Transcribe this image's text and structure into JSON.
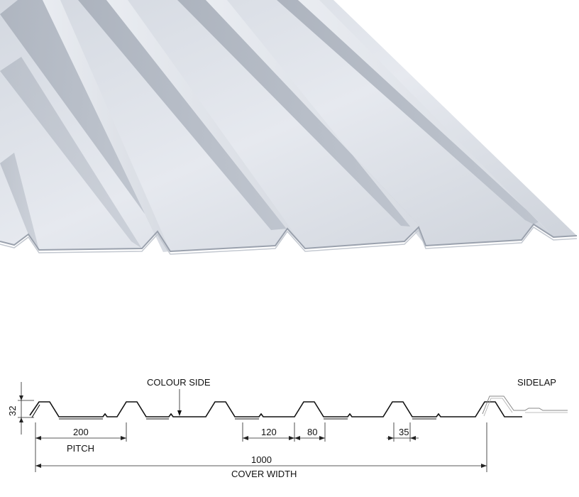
{
  "colors": {
    "sheet_light": "#e4e8ee",
    "sheet_mid": "#c9ced7",
    "sheet_dark": "#a9b0bb",
    "sheet_edge": "#b3b9c3",
    "line": "#111111"
  },
  "labels": {
    "height": "32",
    "colour_side": "COLOUR SIDE",
    "sidelap": "SIDELAP",
    "pitch_value": "200",
    "pitch": "PITCH",
    "trough_width": "120",
    "crown_width": "80",
    "rib_flat": "35",
    "cover_value": "1000",
    "cover_width": "COVER WIDTH"
  }
}
